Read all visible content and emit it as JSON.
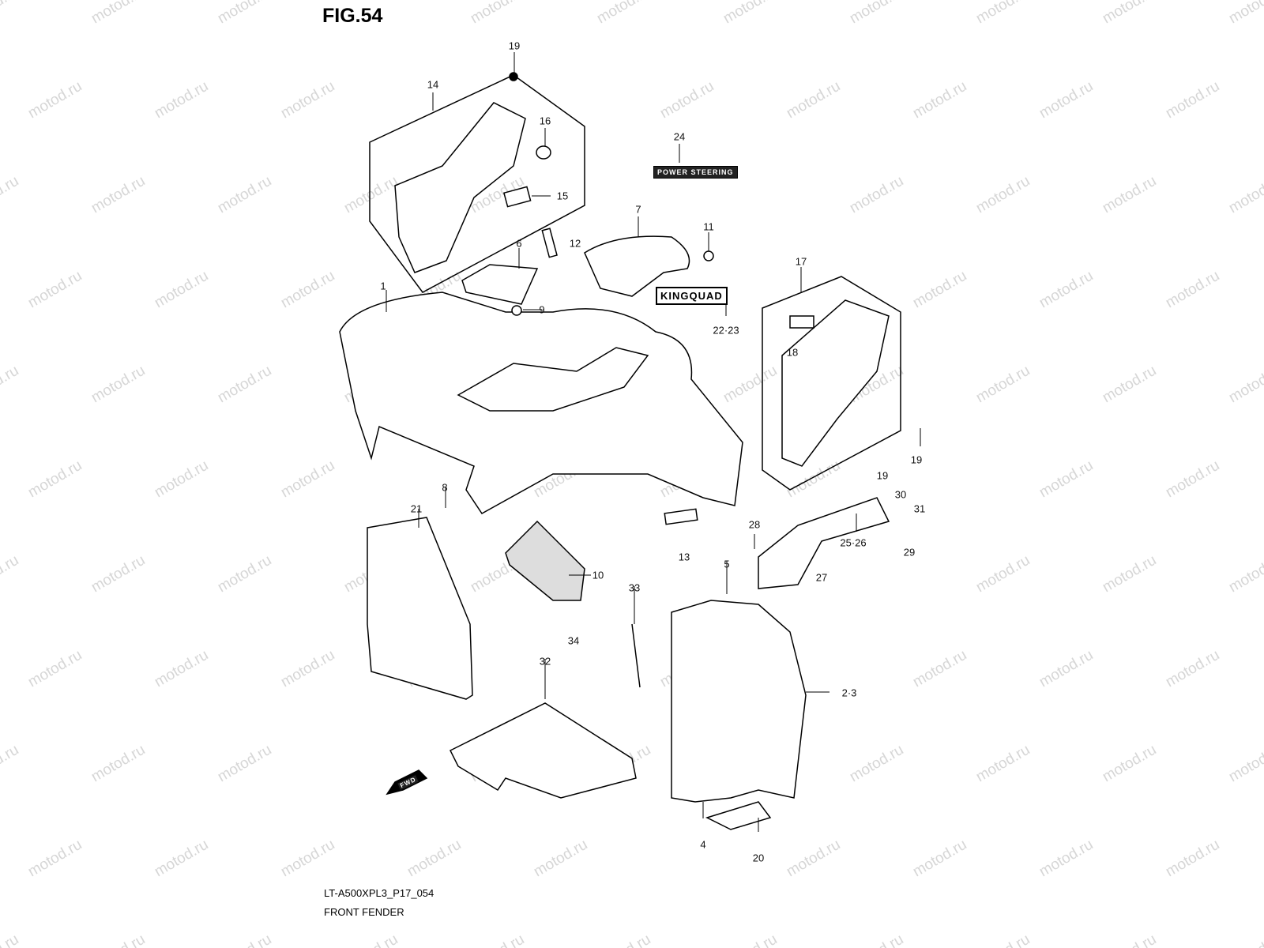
{
  "figure_title": "FIG.54",
  "model_code": "LT-A500XPL3_P17_054",
  "section_title": "FRONT FENDER",
  "watermark": "motod.ru",
  "decals": {
    "power_steering": "POWER STEERING",
    "kingquad": "KINGQUAD",
    "front_arrow": "FWD"
  },
  "parts": [
    {
      "ref": "19"
    },
    {
      "ref": "14"
    },
    {
      "ref": "16"
    },
    {
      "ref": "24"
    },
    {
      "ref": "15"
    },
    {
      "ref": "7"
    },
    {
      "ref": "11"
    },
    {
      "ref": "12"
    },
    {
      "ref": "6"
    },
    {
      "ref": "17"
    },
    {
      "ref": "1"
    },
    {
      "ref": "9"
    },
    {
      "ref": "22·23"
    },
    {
      "ref": "18"
    },
    {
      "ref": "19"
    },
    {
      "ref": "19"
    },
    {
      "ref": "8"
    },
    {
      "ref": "21"
    },
    {
      "ref": "30"
    },
    {
      "ref": "31"
    },
    {
      "ref": "28"
    },
    {
      "ref": "25·26"
    },
    {
      "ref": "29"
    },
    {
      "ref": "13"
    },
    {
      "ref": "5"
    },
    {
      "ref": "10"
    },
    {
      "ref": "27"
    },
    {
      "ref": "33"
    },
    {
      "ref": "34"
    },
    {
      "ref": "32"
    },
    {
      "ref": "2·3"
    },
    {
      "ref": "4"
    },
    {
      "ref": "20"
    }
  ]
}
